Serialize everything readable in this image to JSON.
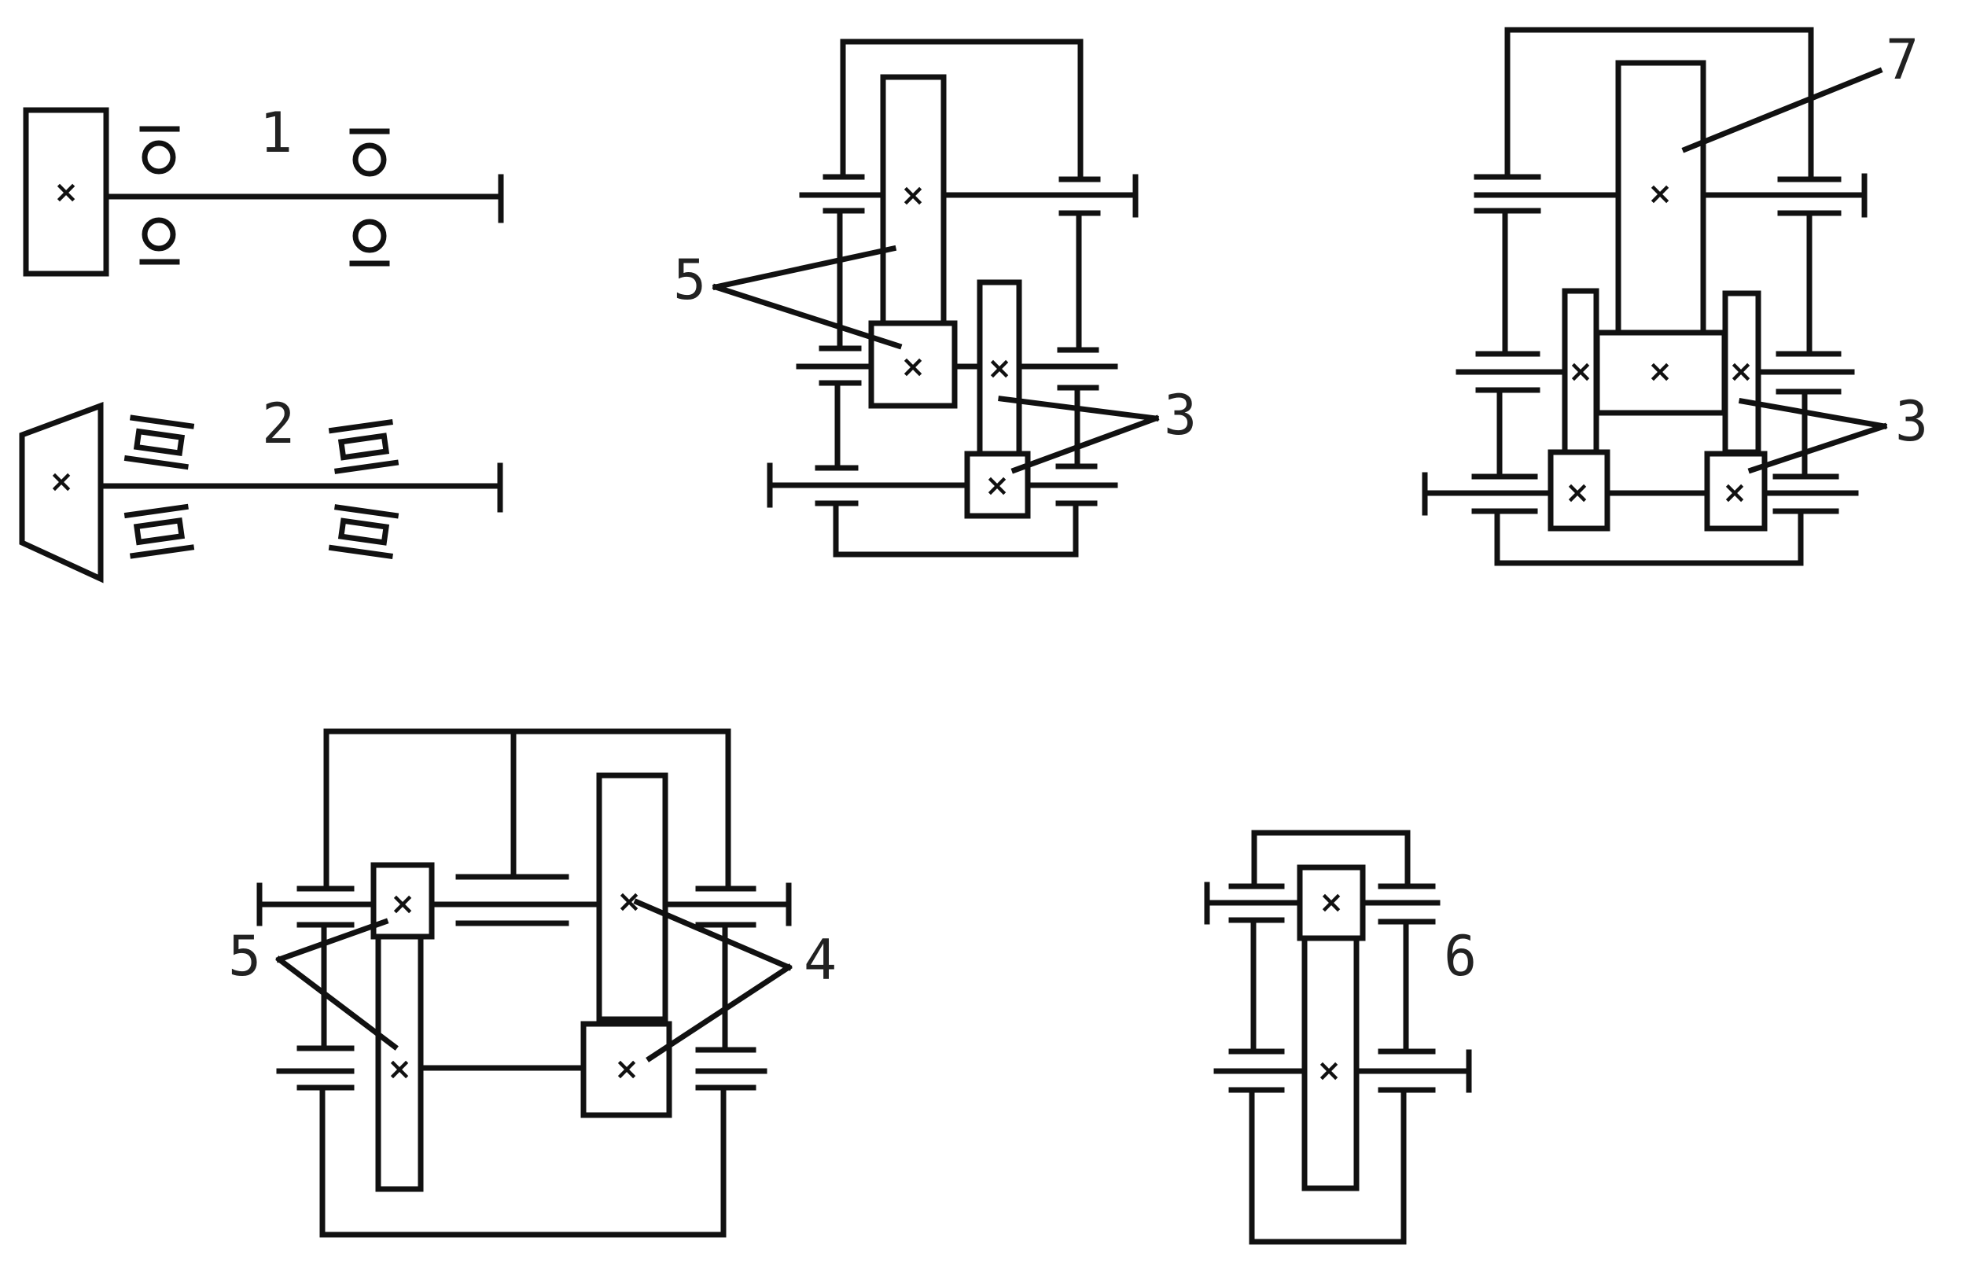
{
  "labels": {
    "l1": "1",
    "l2": "2",
    "l3a": "3",
    "l3b": "3",
    "l4": "4",
    "l5a": "5",
    "l5b": "5",
    "l6": "6",
    "l7": "7"
  },
  "gear_mark": "×",
  "colors": {
    "line": "#111111",
    "text": "#222222",
    "background": "#ffffff"
  }
}
